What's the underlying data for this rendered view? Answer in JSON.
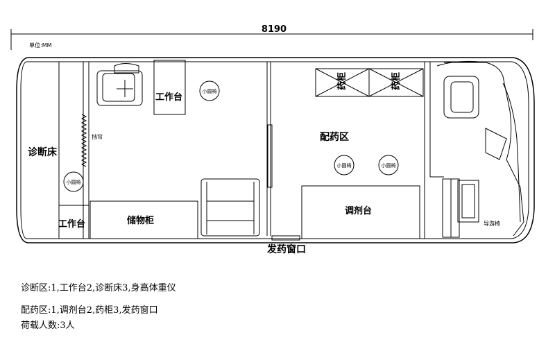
{
  "dimension": {
    "total": "8190",
    "unit_note": "单位:MM"
  },
  "zones": {
    "diagnosis_bed": "诊断床",
    "workbench_top": "工作台",
    "workbench_bottom": "工作台",
    "storage_cabinet": "储物柜",
    "dispensing_area": "配药区",
    "medicine_cabinet_1": "药柜",
    "medicine_cabinet_2": "药柜",
    "mixing_table": "调剂台",
    "dispensing_window": "发药窗口",
    "curtain": "挡帘",
    "small_stool_1": "小圆椅",
    "small_stool_2": "小圆椅",
    "small_stool_3": "小圆椅",
    "small_stool_4": "小圆椅",
    "guide_seat": "导游椅"
  },
  "notes": {
    "line1": "诊断区:1,工作台2,诊断床3,身高体重仪",
    "line2": "配药区:1,调剂台2,药柜3,发药窗口",
    "line3": "荷载人数:3人"
  }
}
